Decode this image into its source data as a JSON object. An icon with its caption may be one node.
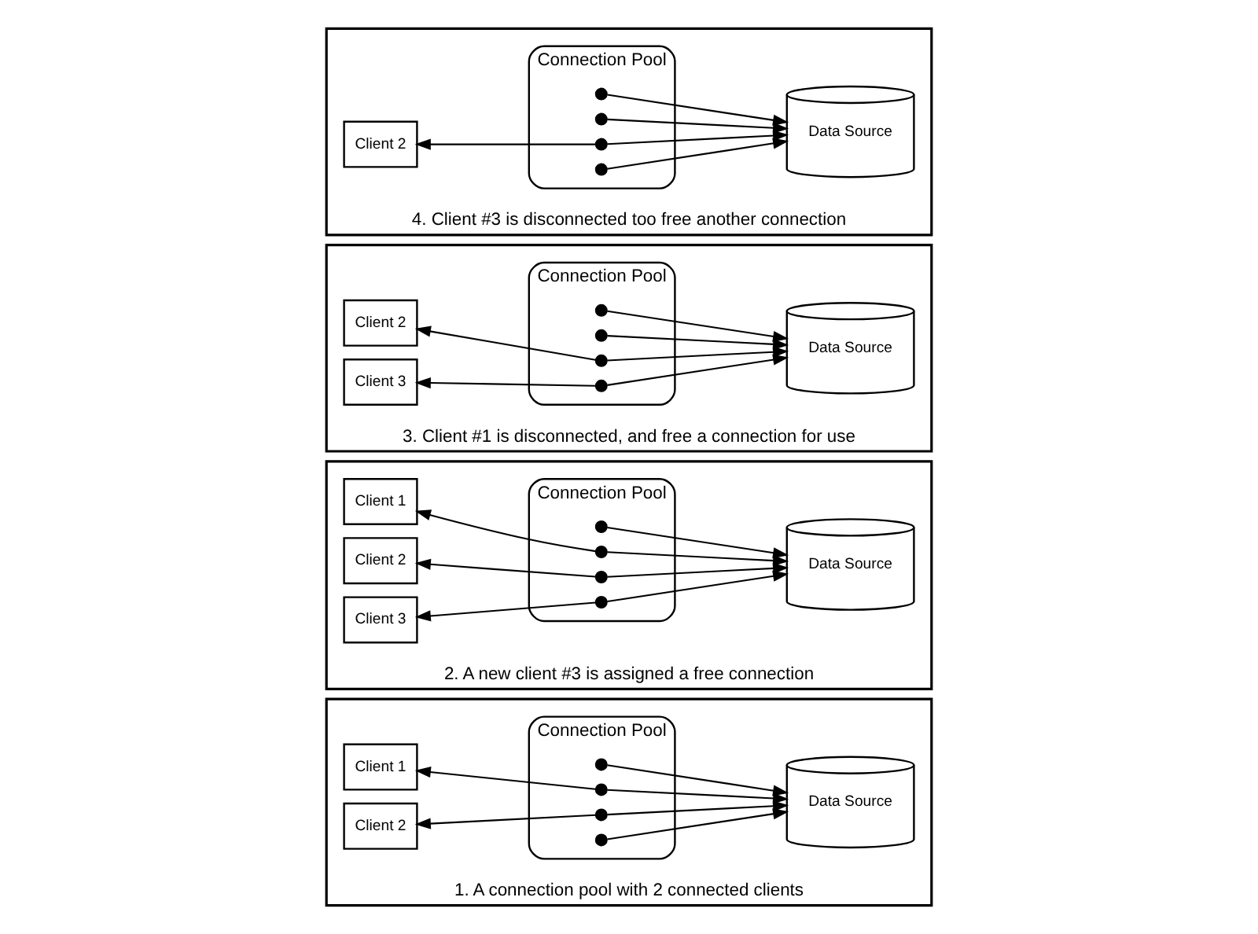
{
  "diagram": {
    "nodes": [
      {
        "text": [
          "1. A connection pool with 2 connected clients"
        ]
      },
      {
        "text": [
          "Client 1"
        ],
        "in": 0
      },
      {
        "text": [
          "Connection Pool"
        ],
        "in": 0
      },
      {
        "text": [],
        "shape": "circle",
        "in": 2
      },
      {
        "text": [],
        "shape": "circle",
        "in": 2
      },
      {
        "text": [],
        "shape": "circle",
        "in": 2
      },
      {
        "text": [],
        "shape": "circle",
        "in": 2
      },
      {
        "text": [
          "Client 2"
        ],
        "in": 0
      },
      {
        "text": [
          "Data Source"
        ],
        "in": 0
      },
      {
        "text": [
          "2. A new client #3 is assigned a free connection"
        ]
      },
      {
        "text": [
          "Client 1"
        ],
        "in": 9
      },
      {
        "text": [
          "Connection Pool"
        ],
        "in": 9
      },
      {
        "text": [],
        "shape": "circle",
        "in": 11
      },
      {
        "text": [],
        "shape": "circle",
        "in": 11
      },
      {
        "text": [],
        "shape": "circle",
        "in": 11
      },
      {
        "text": [],
        "shape": "circle",
        "in": 11
      },
      {
        "text": [
          "Client 2"
        ],
        "in": 9
      },
      {
        "text": [
          "Data Source"
        ],
        "in": 9
      },
      {
        "text": [
          "Client 3"
        ],
        "in": 9
      },
      {
        "text": [
          "3. Client #1 is disconnected, and free a connection for use"
        ]
      },
      {
        "text": [
          "Connection Pool"
        ],
        "in": 19
      },
      {
        "text": [],
        "shape": "circle",
        "in": 20
      },
      {
        "text": [],
        "shape": "circle",
        "in": 20
      },
      {
        "text": [],
        "shape": "circle",
        "in": 20
      },
      {
        "text": [],
        "shape": "circle",
        "in": 20
      },
      {
        "text": [
          "Client 2"
        ],
        "in": 19
      },
      {
        "text": [
          "Data Source"
        ],
        "in": 19
      },
      {
        "text": [
          "Client 3"
        ],
        "in": 19
      },
      {
        "text": [
          "4. Client #3 is disconnected too free another connection"
        ]
      },
      {
        "text": [
          "Connection Pool"
        ],
        "in": 28
      },
      {
        "text": [],
        "shape": "circle",
        "in": 29
      },
      {
        "text": [],
        "shape": "circle",
        "in": 29
      },
      {
        "text": [],
        "shape": "circle",
        "in": 29
      },
      {
        "text": [],
        "shape": "circle",
        "in": 29
      },
      {
        "text": [
          "Client 2"
        ],
        "in": 28
      },
      {
        "text": [
          "Data Source"
        ],
        "in": 28
      }
    ],
    "edges": [
      {
        "from": 3,
        "to": 8,
        "arrow": "to"
      },
      {
        "from": 4,
        "to": 8,
        "arrow": "to"
      },
      {
        "from": 5,
        "to": 8,
        "arrow": "to"
      },
      {
        "from": 6,
        "to": 8,
        "arrow": "to"
      },
      {
        "from": 4,
        "to": 1,
        "arrow": "to"
      },
      {
        "from": 5,
        "to": 7,
        "arrow": "to"
      },
      {
        "from": 12,
        "to": 17,
        "arrow": "to"
      },
      {
        "from": 13,
        "to": 17,
        "arrow": "to"
      },
      {
        "from": 14,
        "to": 17,
        "arrow": "to"
      },
      {
        "from": 15,
        "to": 17,
        "arrow": "to"
      },
      {
        "from": 13,
        "to": 10,
        "arrow": "to"
      },
      {
        "from": 14,
        "to": 16,
        "arrow": "to"
      },
      {
        "from": 15,
        "to": 18,
        "arrow": "to"
      },
      {
        "from": 21,
        "to": 26,
        "arrow": "to"
      },
      {
        "from": 22,
        "to": 26,
        "arrow": "to"
      },
      {
        "from": 23,
        "to": 26,
        "arrow": "to"
      },
      {
        "from": 24,
        "to": 26,
        "arrow": "to"
      },
      {
        "from": 23,
        "to": 25,
        "arrow": "to"
      },
      {
        "from": 24,
        "to": 27,
        "arrow": "to"
      },
      {
        "from": 30,
        "to": 35,
        "arrow": "to"
      },
      {
        "from": 31,
        "to": 35,
        "arrow": "to"
      },
      {
        "from": 32,
        "to": 35,
        "arrow": "to"
      },
      {
        "from": 33,
        "to": 35,
        "arrow": "to"
      },
      {
        "from": 32,
        "to": 34,
        "arrow": "to"
      }
    ]
  }
}
